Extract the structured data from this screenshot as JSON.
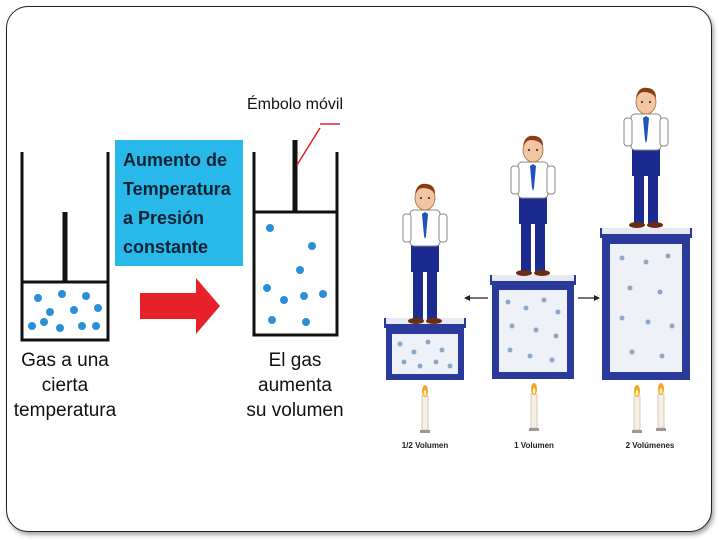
{
  "left_diagram": {
    "callout_lines": [
      "Aumento de",
      "Temperatura",
      "a Presión",
      "constante"
    ],
    "piston_label": "Émbolo móvil",
    "before_caption": [
      "Gas a una",
      "cierta",
      "temperatura"
    ],
    "after_caption": [
      "El gas",
      "aumenta",
      "su volumen"
    ],
    "gas_color": "#2b8fd8",
    "arrow_color": "#e8202a",
    "callout_color": "#29b8ea"
  },
  "right_diagram": {
    "labels": [
      "1/2 Volumen",
      "1 Volumen",
      "2 Volúmenes"
    ],
    "box_color": "#2a3a9a",
    "candles_per_box": [
      1,
      1,
      2
    ]
  }
}
